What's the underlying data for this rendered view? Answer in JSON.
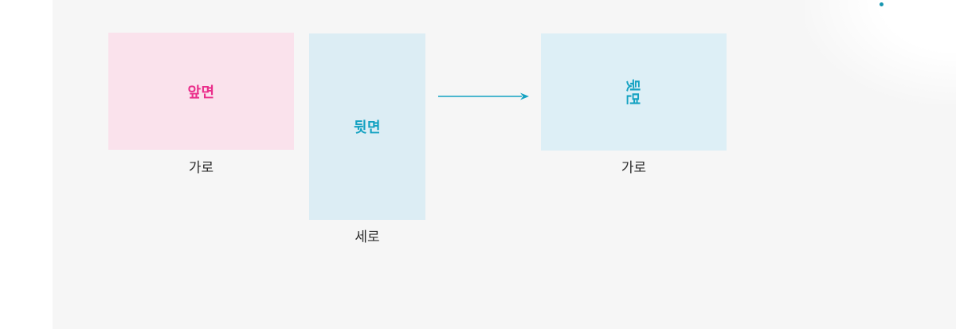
{
  "colors": {
    "page-bg": "#ffffff",
    "panel-bg": "#f6f6f6",
    "front-bg": "#fae2ec",
    "front-text": "#ea2e8b",
    "back-bg": "#dcedf4",
    "back2-bg": "#ddeff6",
    "teal-text": "#14a2c2",
    "caption-text": "#2b2b2b",
    "accent-dot": "#1796b0"
  },
  "diagram": {
    "front": {
      "label": "앞면",
      "caption": "가로"
    },
    "back_vertical": {
      "label": "뒷면",
      "caption": "세로"
    },
    "back_horizontal": {
      "label": "뒷면",
      "caption": "가로"
    }
  }
}
